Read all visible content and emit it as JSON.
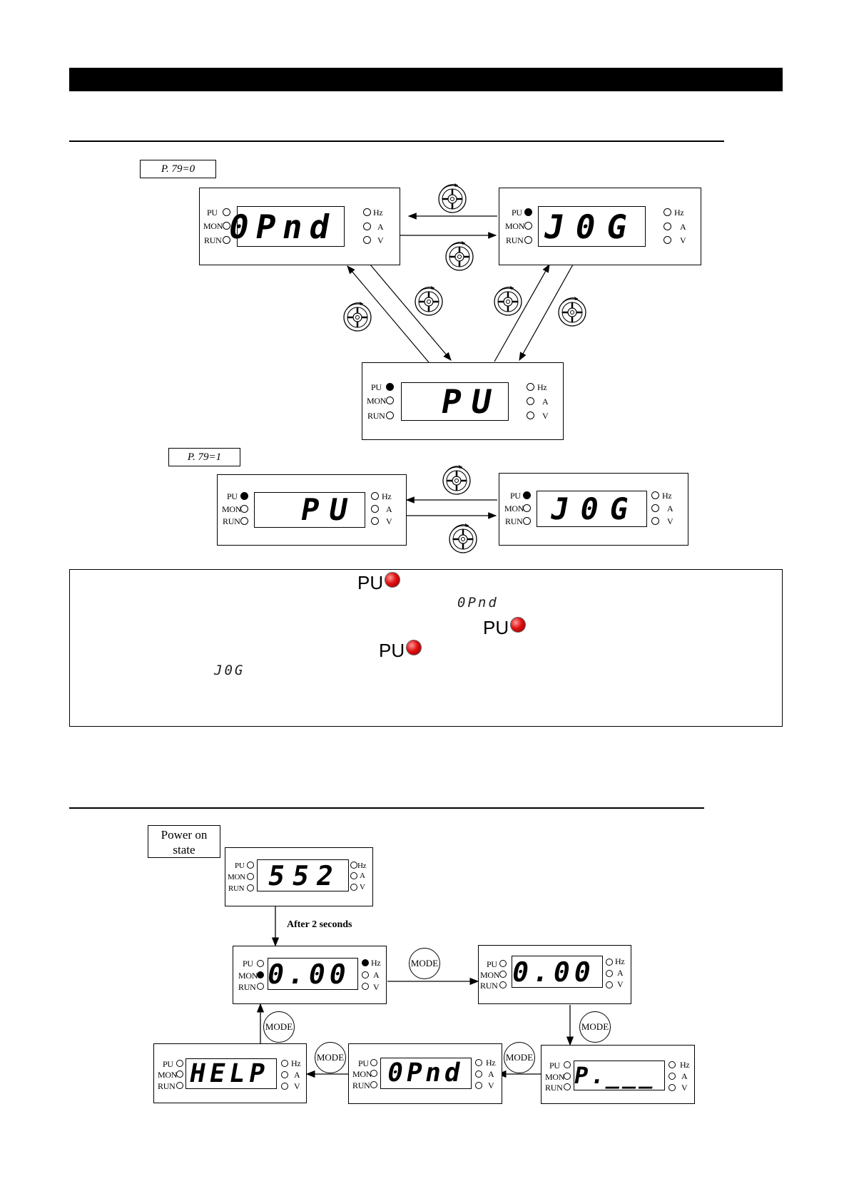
{
  "section1": {
    "tag_p79_0": "P. 79=0",
    "tag_p79_1": "P. 79=1"
  },
  "indicators": {
    "pu": "PU",
    "mon": "MON",
    "run": "RUN",
    "hz": "Hz",
    "a": "A",
    "v": "V"
  },
  "displays": {
    "opnd": "0Pnd",
    "jog": "J0G",
    "pu": "PU",
    "ss2": "552",
    "freq": "0.00",
    "param": "P.___",
    "help": "HELP"
  },
  "note_box": {
    "pu_led_text": "PU",
    "mini_opnd": "0Pnd",
    "mini_jog": "J0G"
  },
  "section2": {
    "power_on_tag": "Power on state",
    "after_label": "After 2 seconds",
    "mode_label": "MODE"
  },
  "icons": [
    "knob-icon",
    "red-led-icon",
    "arrow-icon"
  ]
}
